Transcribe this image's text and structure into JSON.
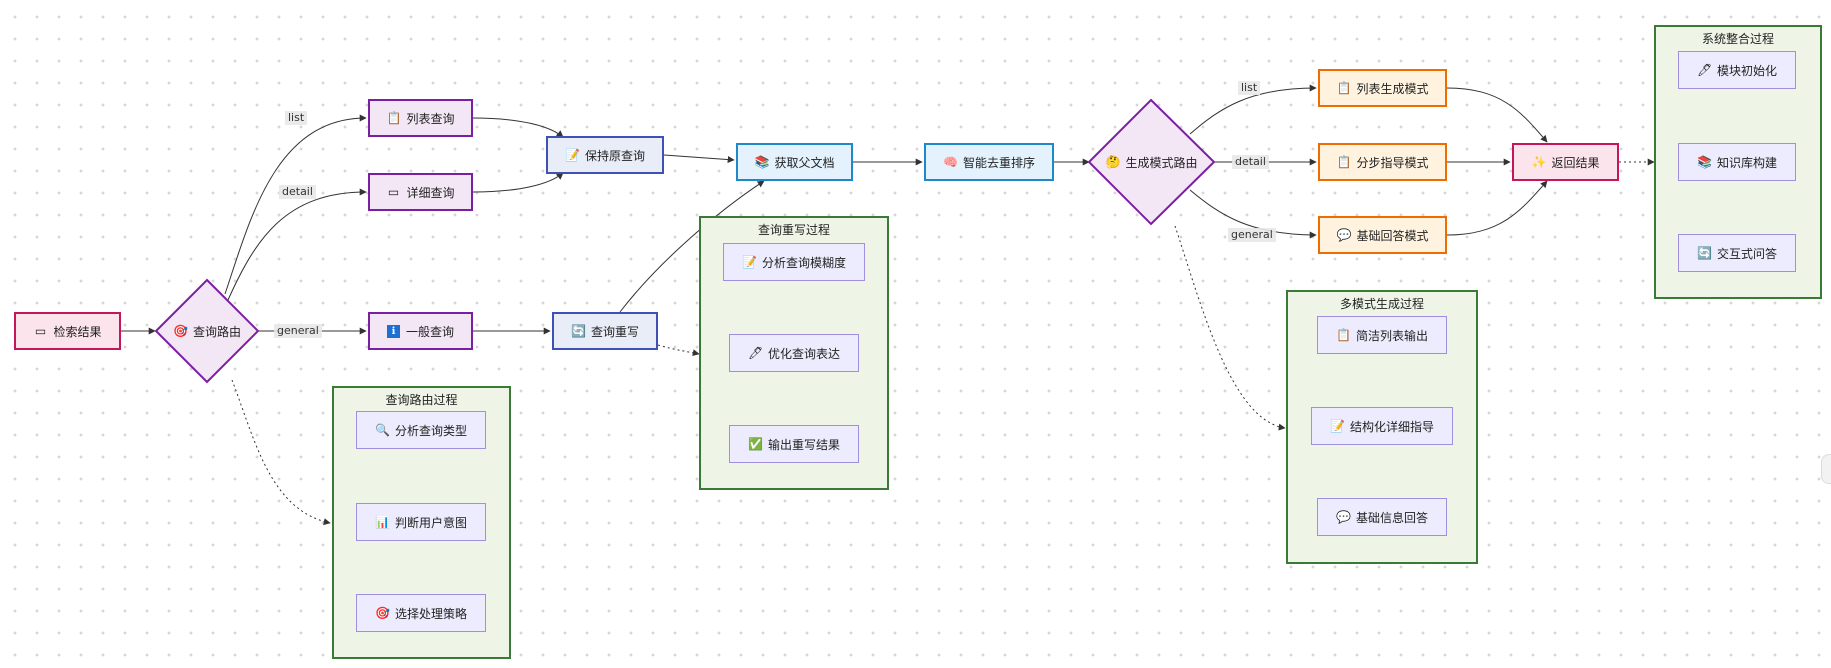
{
  "nodes": {
    "search_result": {
      "label": "检索结果",
      "icon": "▭"
    },
    "query_route": {
      "label": "查询路由",
      "icon": "🎯"
    },
    "list_query": {
      "label": "列表查询",
      "icon": "📋"
    },
    "detail_query": {
      "label": "详细查询",
      "icon": "▭"
    },
    "general_query": {
      "label": "一般查询",
      "icon": "ℹ"
    },
    "keep_query": {
      "label": "保持原查询",
      "icon": "📝"
    },
    "rewrite_query": {
      "label": "查询重写",
      "icon": "🔄"
    },
    "get_parent": {
      "label": "获取父文档",
      "icon": "📚"
    },
    "smart_dedup": {
      "label": "智能去重排序",
      "icon": "🧠"
    },
    "gen_route": {
      "label": "生成模式路由",
      "icon": "🤔"
    },
    "list_mode": {
      "label": "列表生成模式",
      "icon": "📋"
    },
    "step_mode": {
      "label": "分步指导模式",
      "icon": "📋"
    },
    "basic_mode": {
      "label": "基础回答模式",
      "icon": "💬"
    },
    "return_result": {
      "label": "返回结果",
      "icon": "✨"
    }
  },
  "edge_labels": {
    "list_a": "list",
    "detail_a": "detail",
    "general_a": "general",
    "list_b": "list",
    "detail_b": "detail",
    "general_b": "general"
  },
  "clusters": {
    "routing": {
      "title": "查询路由过程",
      "items": [
        {
          "label": "分析查询类型",
          "icon": "🔍"
        },
        {
          "label": "判断用户意图",
          "icon": "📊"
        },
        {
          "label": "选择处理策略",
          "icon": "🎯"
        }
      ]
    },
    "rewrite": {
      "title": "查询重写过程",
      "items": [
        {
          "label": "分析查询模糊度",
          "icon": "📝"
        },
        {
          "label": "优化查询表达",
          "icon": "🖊"
        },
        {
          "label": "输出重写结果",
          "icon": "✅"
        }
      ]
    },
    "multimode": {
      "title": "多模式生成过程",
      "items": [
        {
          "label": "简洁列表输出",
          "icon": "📋"
        },
        {
          "label": "结构化详细指导",
          "icon": "📝"
        },
        {
          "label": "基础信息回答",
          "icon": "💬"
        }
      ]
    },
    "system": {
      "title": "系统整合过程",
      "items": [
        {
          "label": "模块初始化",
          "icon": "🖊"
        },
        {
          "label": "知识库构建",
          "icon": "📚"
        },
        {
          "label": "交互式问答",
          "icon": "🔄"
        }
      ]
    }
  }
}
